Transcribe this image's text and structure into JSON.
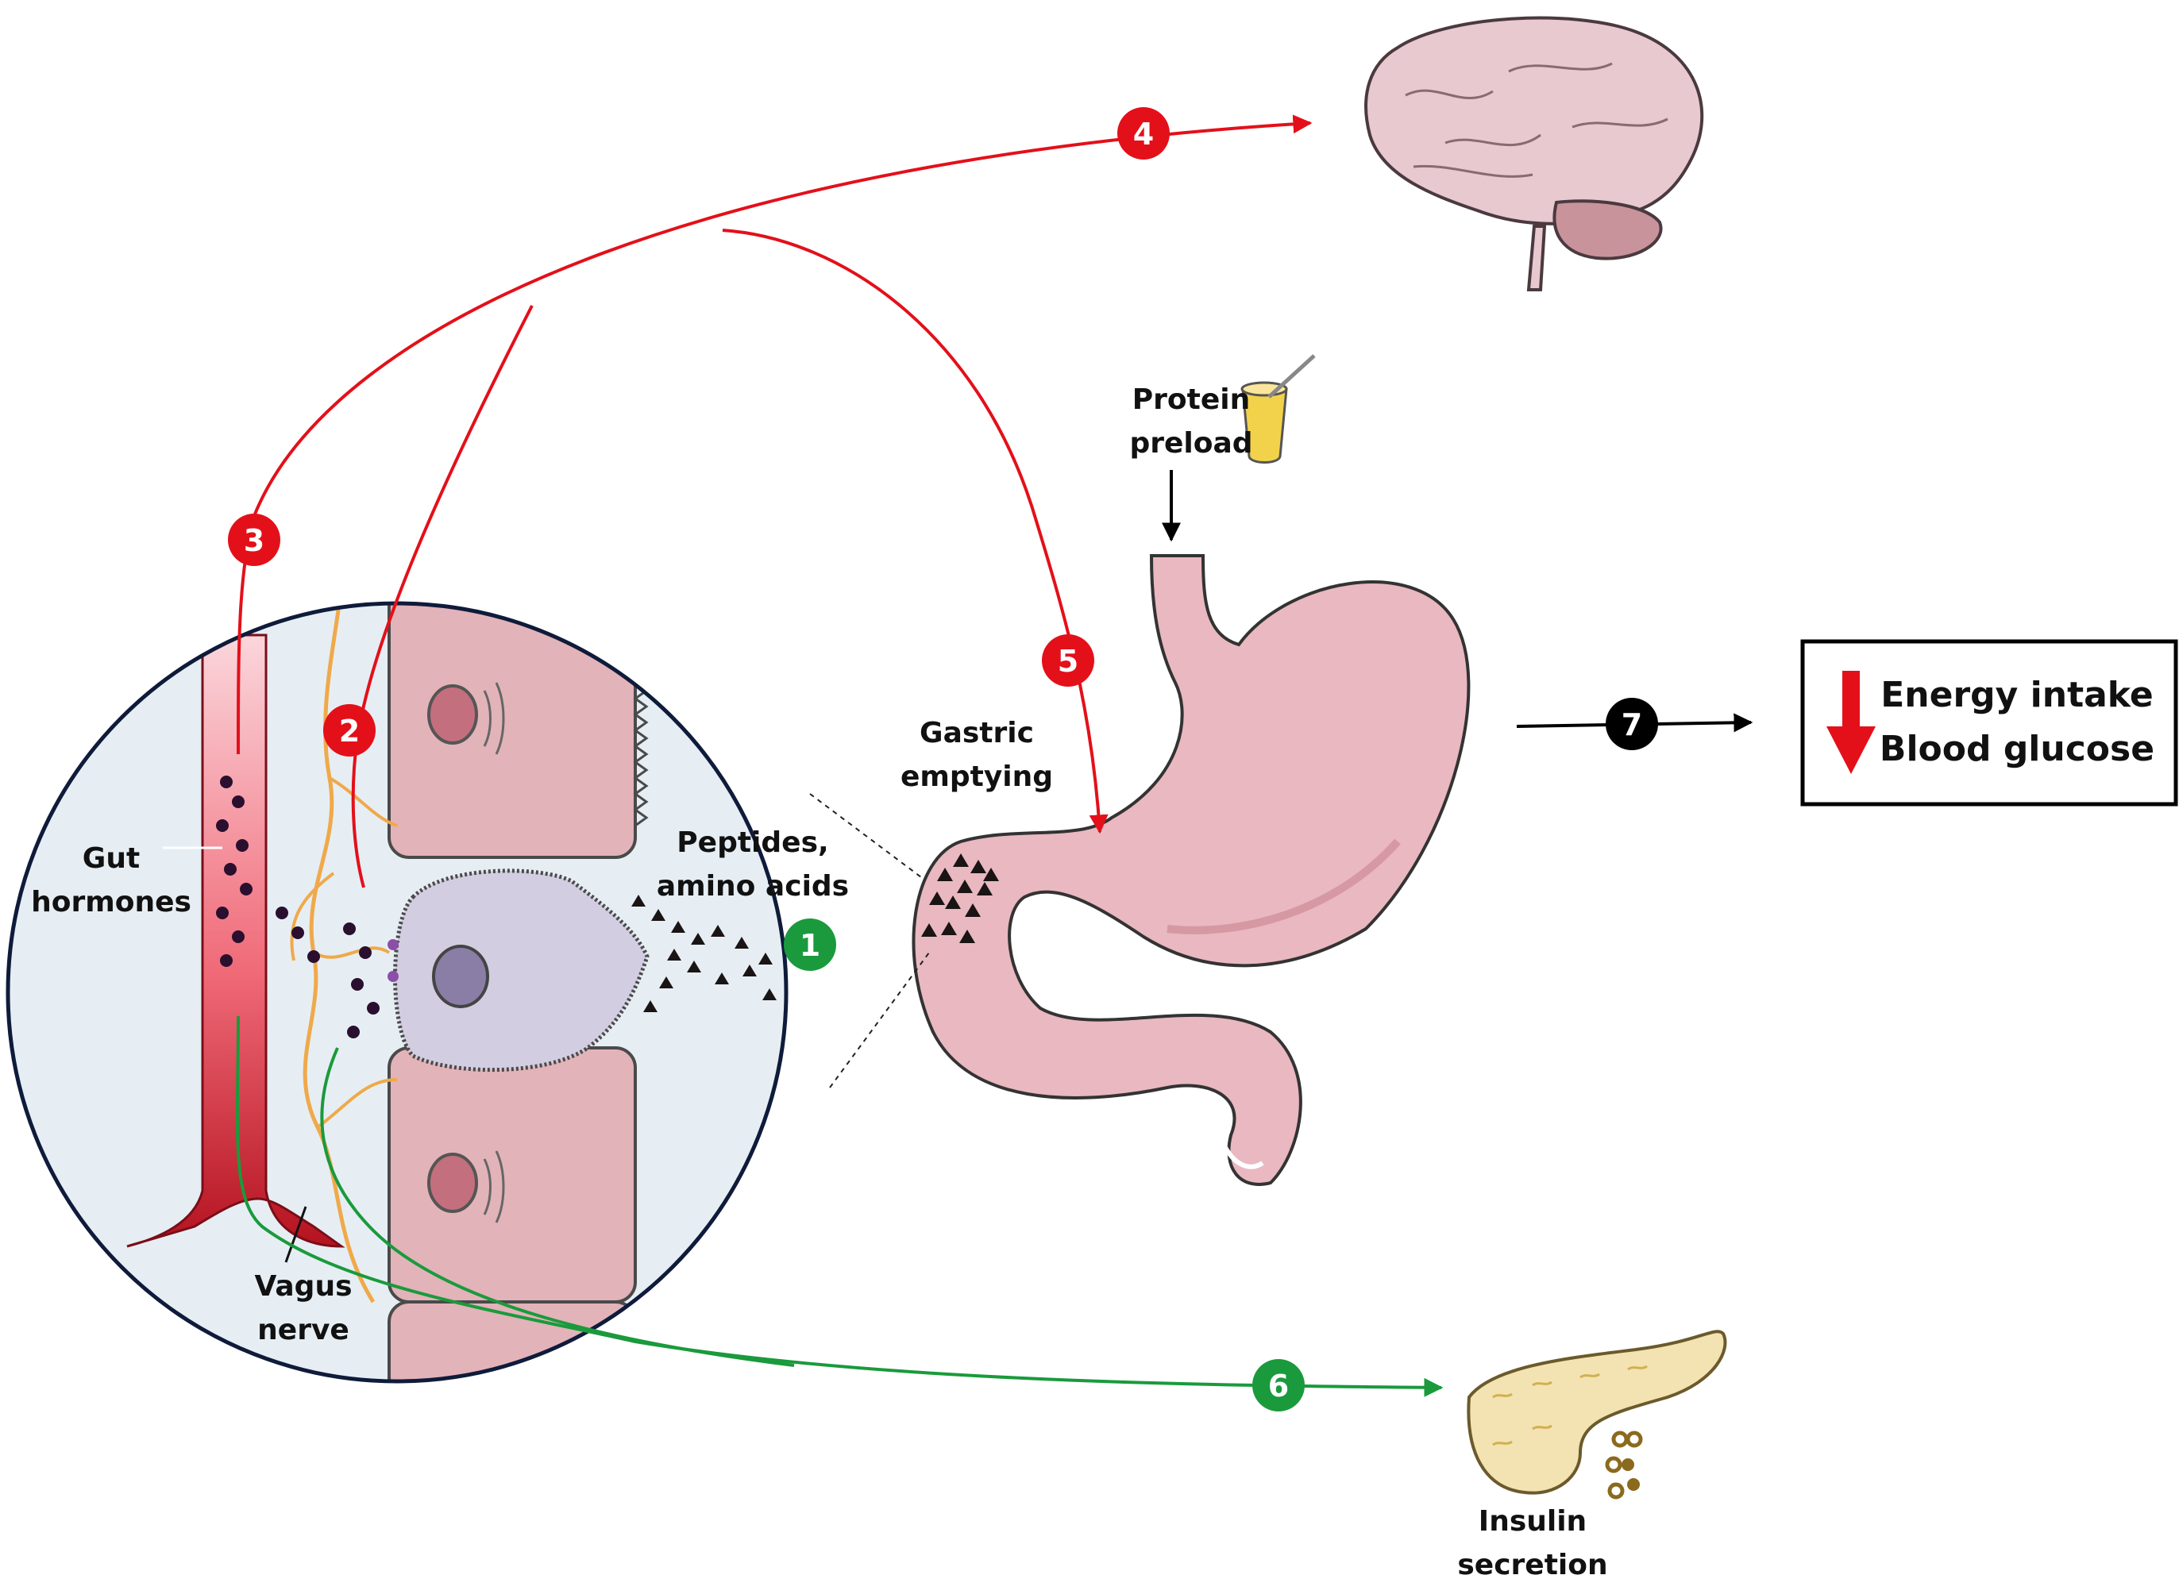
{
  "labels": {
    "gut_hormones_line1": "Gut",
    "gut_hormones_line2": "hormones",
    "peptides_line1": "Peptides,",
    "peptides_line2": "amino acids",
    "vagus_line1": "Vagus",
    "vagus_line2": "nerve",
    "gastric_line1": "Gastric",
    "gastric_line2": "emptying",
    "protein_line1": "Protein",
    "protein_line2": "preload",
    "insulin_line1": "Insulin",
    "insulin_line2": "secretion",
    "outcome_line1": "Energy intake",
    "outcome_line2": "Blood glucose"
  },
  "steps": {
    "s1": "1",
    "s2": "2",
    "s3": "3",
    "s4": "4",
    "s5": "5",
    "s6": "6",
    "s7": "7"
  },
  "colors": {
    "red_pathway": "#e3101a",
    "green_pathway": "#1a9a3c",
    "black_pathway": "#000000",
    "stomach": "#e9b8c0",
    "brain": "#e8c9cf",
    "pancreas": "#f3e3b2",
    "circle_bg": "#e6eef4",
    "nerve": "#f0a94a"
  },
  "icons": [
    "brain-icon",
    "stomach-icon",
    "pancreas-icon",
    "drink-glass-icon",
    "down-arrow-icon"
  ]
}
